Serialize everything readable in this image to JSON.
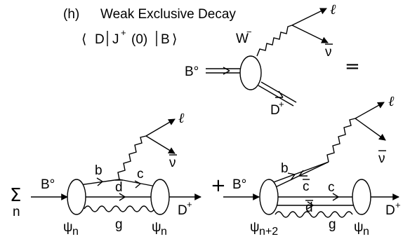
{
  "header": {
    "panel_tag": "(h)",
    "title": "Weak Exclusive Decay",
    "matrix_element": {
      "open": "⟨",
      "bra": "D",
      "current": "J",
      "current_sup": "+",
      "arg": "(0)",
      "ket": "B",
      "close": "⟩"
    }
  },
  "top_diagram": {
    "initial": "B°",
    "boson": "W",
    "boson_sup": "−",
    "lepton": "ℓ",
    "neutrino": "ν",
    "final": "D",
    "final_sup": "+",
    "equals": "="
  },
  "bottom_left": {
    "sum_symbol": "Σ",
    "sum_index": "n",
    "initial": "B°",
    "quark_b": "b",
    "quark_c": "c",
    "antiquark_d": "d",
    "gluon": "g",
    "wf_initial": "ψ",
    "wf_initial_sub": "n",
    "wf_final": "ψ",
    "wf_final_sub": "n",
    "final": "D",
    "final_sup": "+",
    "lepton": "ℓ",
    "neutrino": "ν"
  },
  "plus": "+",
  "bottom_right": {
    "initial": "B°",
    "quark_b": "b",
    "antiquark_c": "c",
    "quark_c": "c",
    "antiquark_d": "d",
    "gluon": "g",
    "wf_initial": "ψ",
    "wf_initial_sub": "n+2",
    "wf_final": "ψ",
    "wf_final_sub": "n",
    "final": "D",
    "final_sup": "+",
    "lepton": "ℓ",
    "neutrino": "ν"
  }
}
